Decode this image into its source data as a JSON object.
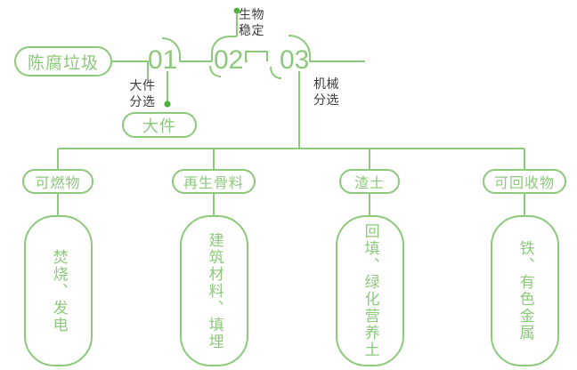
{
  "diagram": {
    "type": "process-flow",
    "title": "",
    "accent_color": "#8CC97B",
    "label_color": "#3C3C3C",
    "background": "#ffffff"
  },
  "root": {
    "label": "陈腐垃圾"
  },
  "stages": [
    {
      "number": "01",
      "annotation": "大件\n分选"
    },
    {
      "number": "02",
      "annotation": "生物\n稳定"
    },
    {
      "number": "03",
      "annotation": "机械\n分选"
    }
  ],
  "stage_annotations": {
    "bulky_sorting": "大件\n分选",
    "bio_stabilization": "生物\n稳定",
    "mechanical_sorting": "机械\n分选"
  },
  "side_output": {
    "label": "大件"
  },
  "outputs": [
    {
      "category": "可燃物",
      "destination": "焚烧、发电"
    },
    {
      "category": "再生骨料",
      "destination": "建筑材料、填埋"
    },
    {
      "category": "渣土",
      "destination": "回填、绿化营养土"
    },
    {
      "category": "可回收物",
      "destination": "铁、有色金属"
    }
  ]
}
